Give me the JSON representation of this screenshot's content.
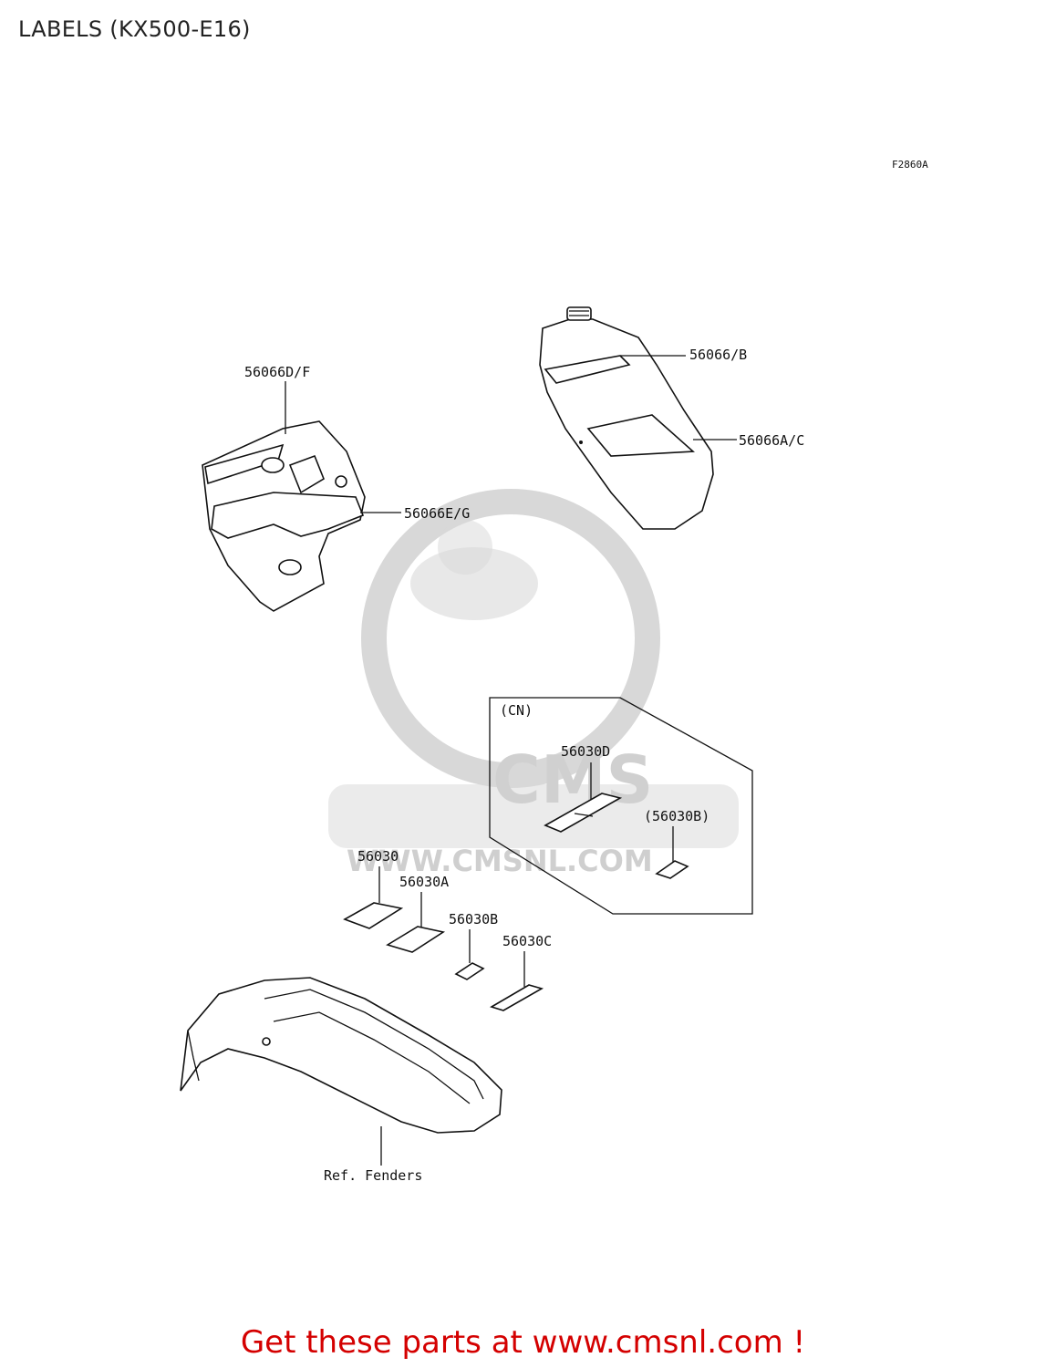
{
  "page_title": "LABELS (KX500-E16)",
  "figure_code": "F2860A",
  "callouts": {
    "tank_top": "56066/B",
    "tank_side": "56066A/C",
    "shroud_top": "56066D/F",
    "shroud_side": "56066E/G",
    "cn_box": "(CN)",
    "cn_56030d": "56030D",
    "cn_56030b": "(56030B)",
    "l_56030": "56030",
    "l_56030a": "56030A",
    "l_56030b": "56030B",
    "l_56030c": "56030C",
    "fender": "Ref. Fenders"
  },
  "watermark": {
    "url": "WWW.CMSNL.COM",
    "brand": "CMS"
  },
  "footer": "Get these parts at www.cmsnl.com !"
}
